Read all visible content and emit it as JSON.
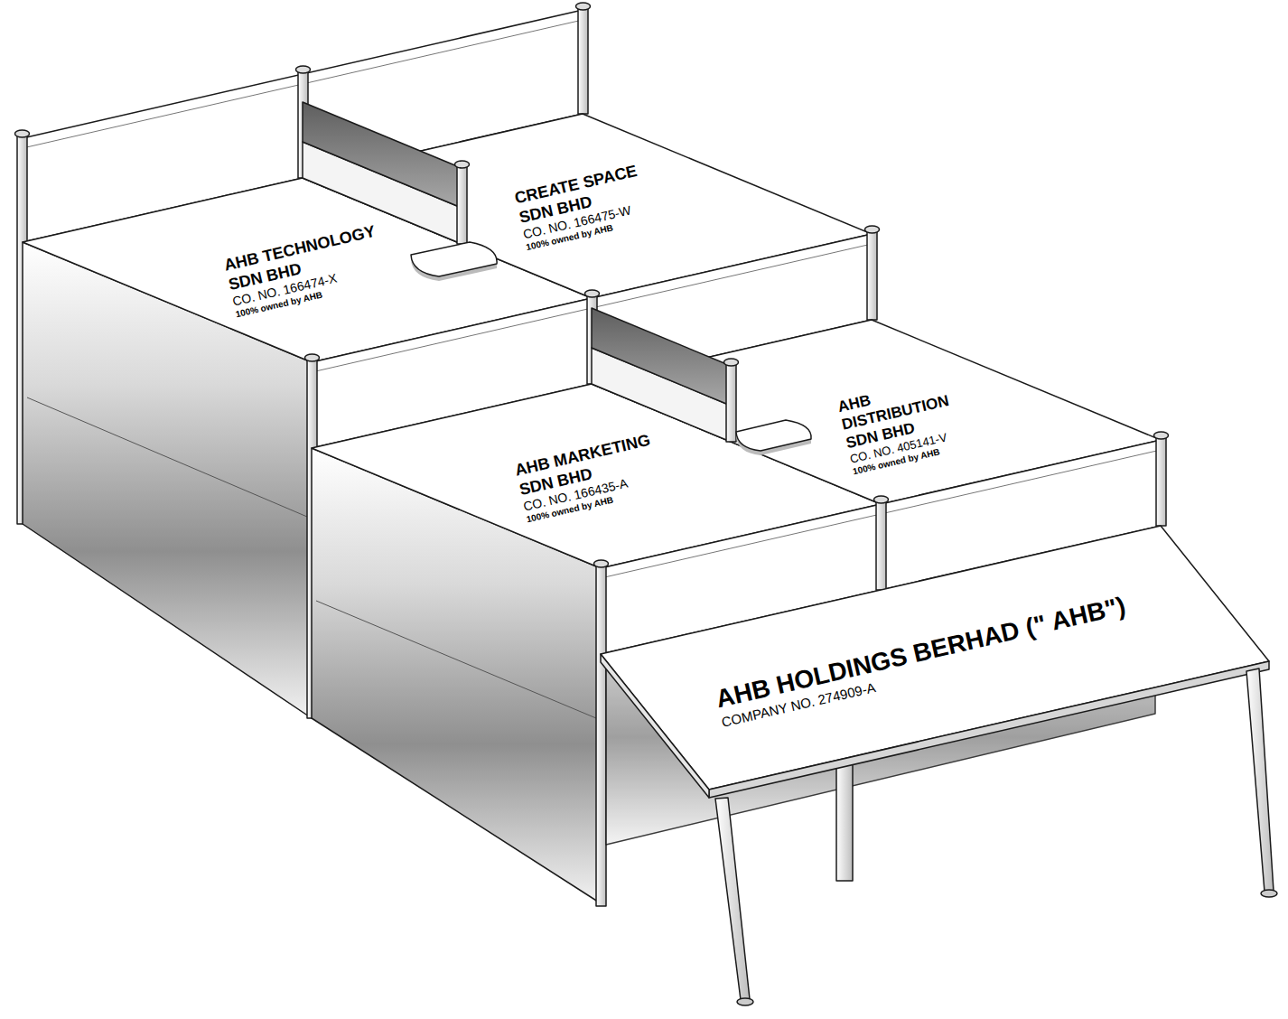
{
  "diagram": {
    "nodes": [
      {
        "text": [
          "AHB TECHNOLOGY SDN BHD",
          "CO. NO. 166474-X",
          "100% owned by AHB"
        ]
      },
      {
        "text": [
          "CREATE SPACE SDN BHD",
          "CO. NO. 166475-W",
          "100% owned by AHB"
        ]
      },
      {
        "text": [
          "AHB MARKETING SDN BHD",
          "CO. NO. 166435-A",
          "100% owned by AHB"
        ]
      },
      {
        "text": [
          "AHB DISTRIBUTION SDN BHD",
          "CO. NO. 405141-V",
          "100% owned by AHB"
        ]
      },
      {
        "text": [
          "AHB HOLDINGS BERHAD (\" AHB\")",
          "COMPANY NO. 274909-A"
        ]
      }
    ]
  }
}
